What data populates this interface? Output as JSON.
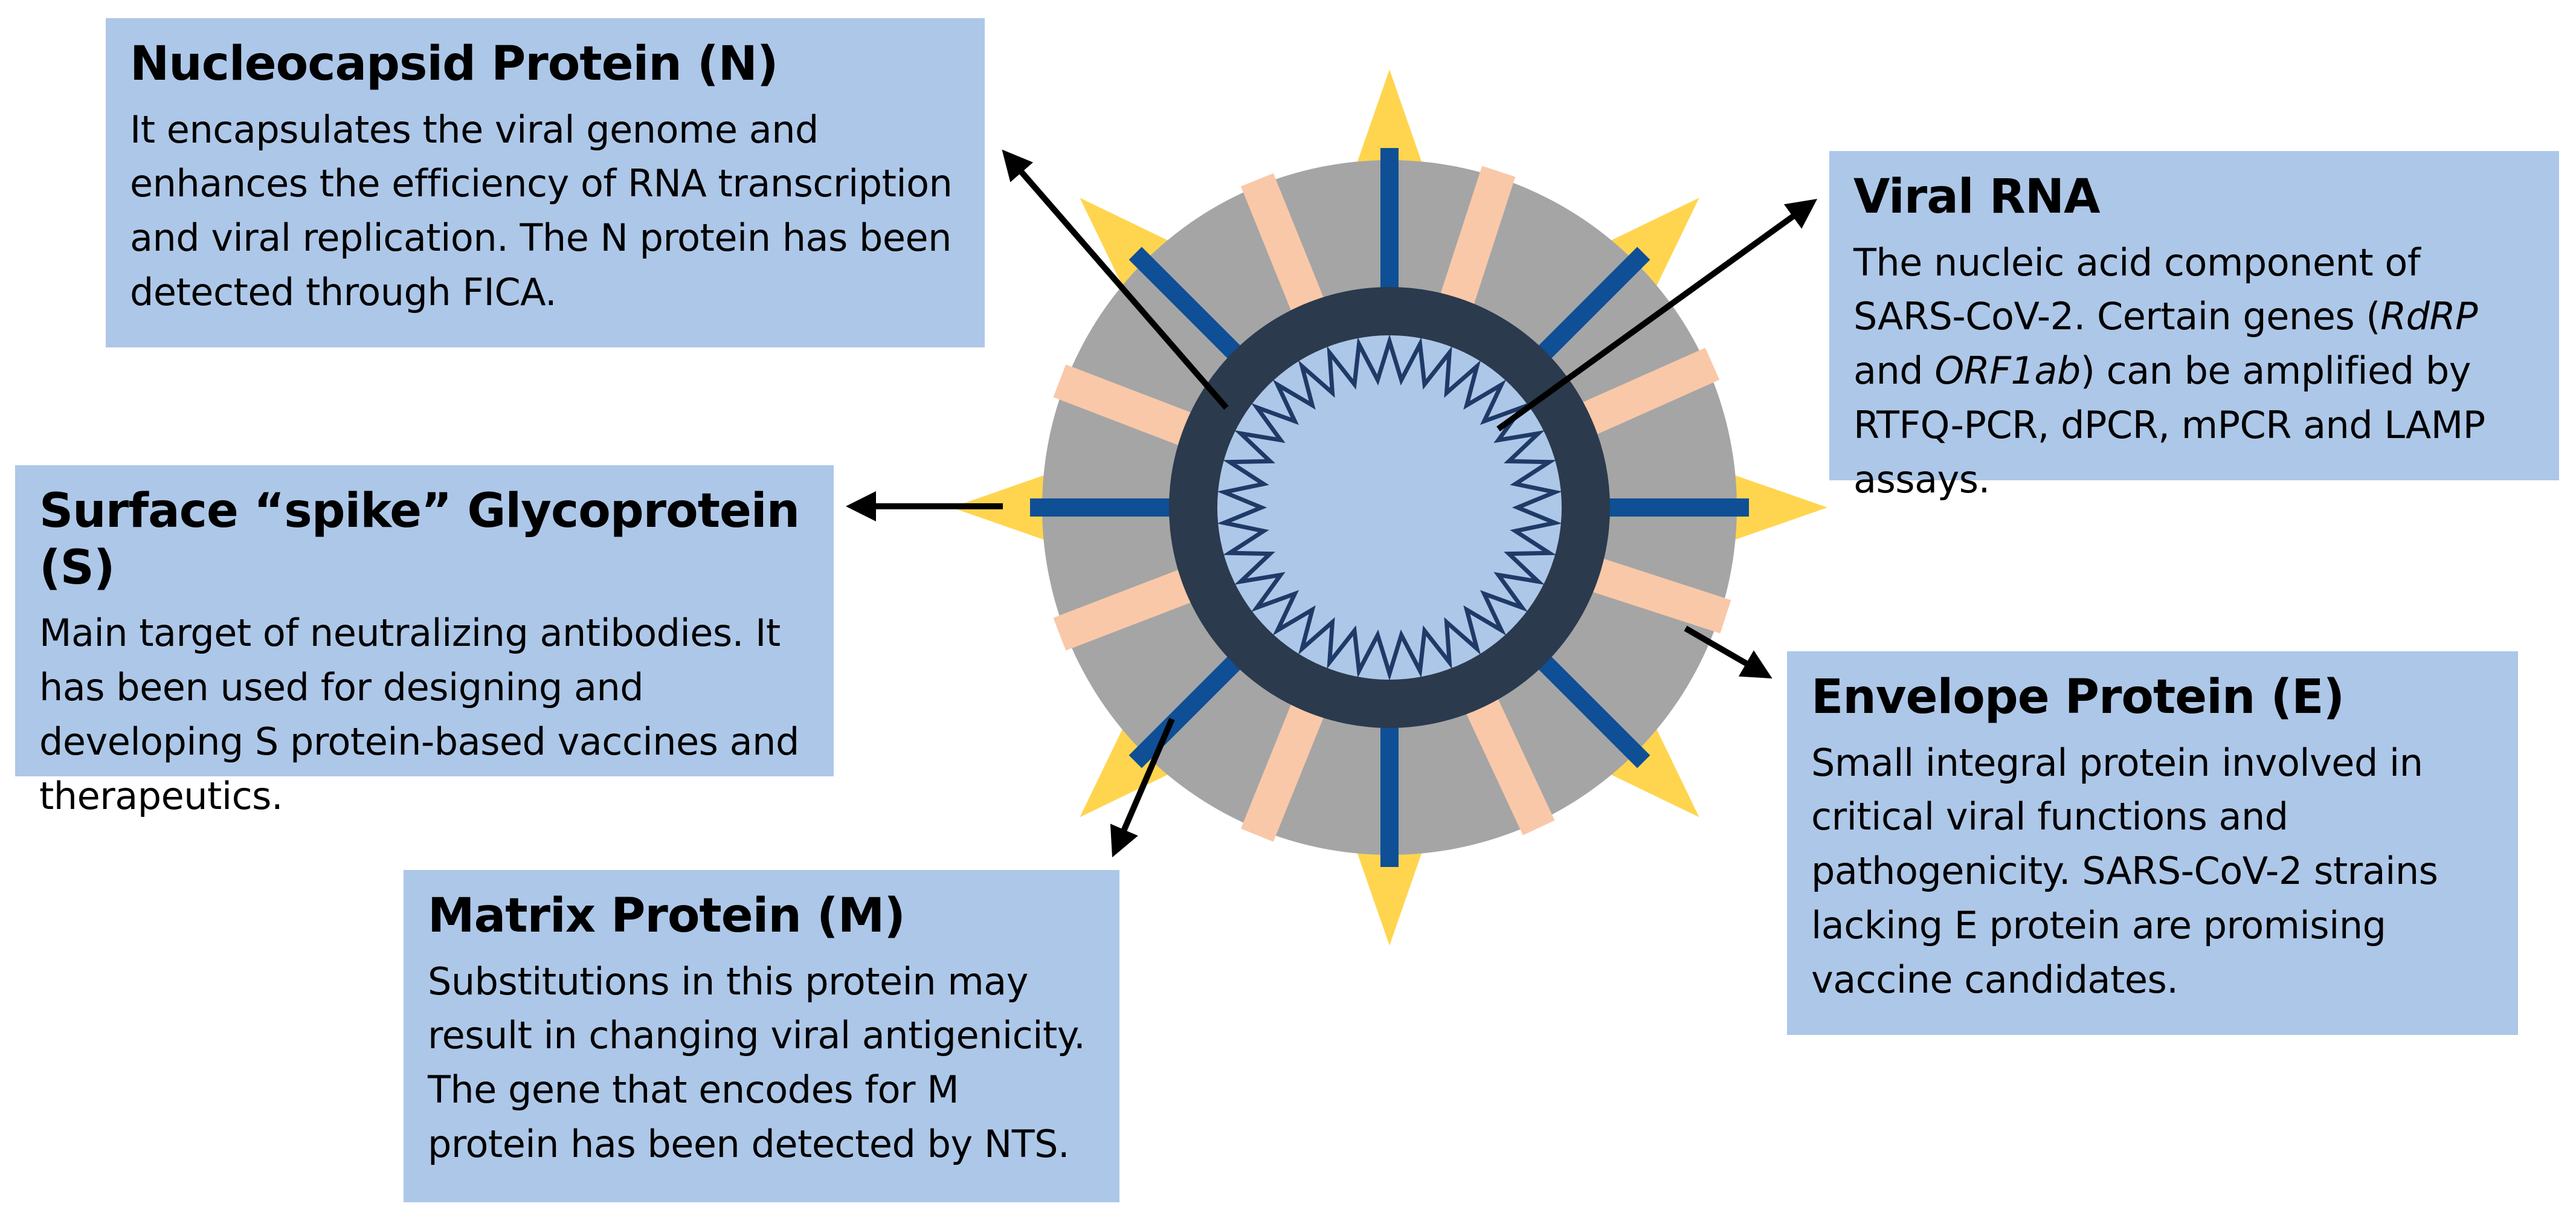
{
  "colors": {
    "box_fill": "#adc7e8",
    "outer_ring": "#a5a5a5",
    "peach_spike": "#f9c8a8",
    "blue_spike": "#0e4f96",
    "yellow_spike": "#ffd54f",
    "membrane": "#2b3a4d",
    "core": "#adc7e8",
    "rna": "#1f3a66",
    "arrow": "#000000"
  },
  "boxes": {
    "nucleocapsid": {
      "title": "Nucleocapsid Protein (N)",
      "body": "It encapsulates the viral genome and enhances the efficiency of RNA transcription and viral replication. The N protein has been detected through FICA."
    },
    "spike": {
      "title": "Surface “spike” Glycoprotein (S)",
      "body": "Main target of neutralizing antibodies. It has been used for designing and developing S protein-based vaccines and therapeutics."
    },
    "matrix": {
      "title": "Matrix Protein (M)",
      "body": "Substitutions in this protein may result in changing viral antigenicity. The gene that encodes for M protein has been detected by NTS."
    },
    "rna": {
      "title": "Viral RNA",
      "body_parts": [
        "The nucleic acid component of SARS-CoV-2. Certain genes (",
        "RdRP",
        " and ",
        "ORF1ab",
        ") can be amplified by RTFQ-PCR, dPCR, mPCR and LAMP assays."
      ]
    },
    "envelope": {
      "title": "Envelope Protein (E)",
      "body": "Small integral protein involved in critical viral functions and pathogenicity. SARS-CoV-2 strains lacking E protein are promising vaccine candidates."
    }
  }
}
